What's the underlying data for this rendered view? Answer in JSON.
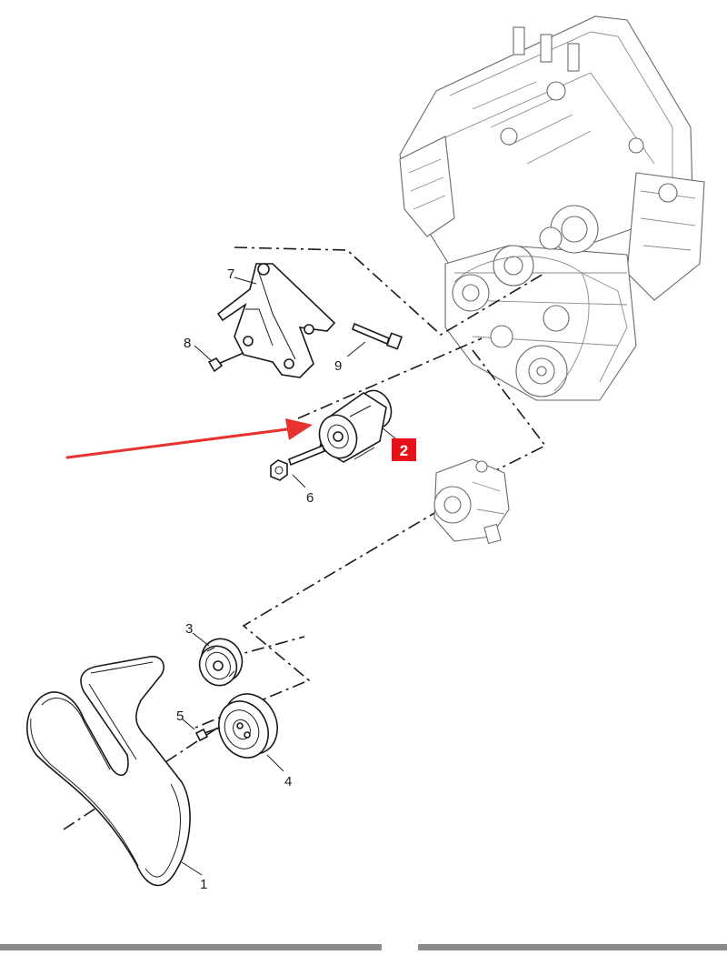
{
  "diagram": {
    "callouts": {
      "belt": "1",
      "tensioner": "2",
      "idler_pulley": "3",
      "pulley": "4",
      "pulley_bolt": "5",
      "tensioner_bolt": "6",
      "bracket": "7",
      "bracket_bolt": "8",
      "bracket_long_bolt": "9"
    },
    "highlight": {
      "callout_key": "tensioner",
      "box_color": "#e8111a",
      "arrow_color": "#e8322f"
    }
  }
}
